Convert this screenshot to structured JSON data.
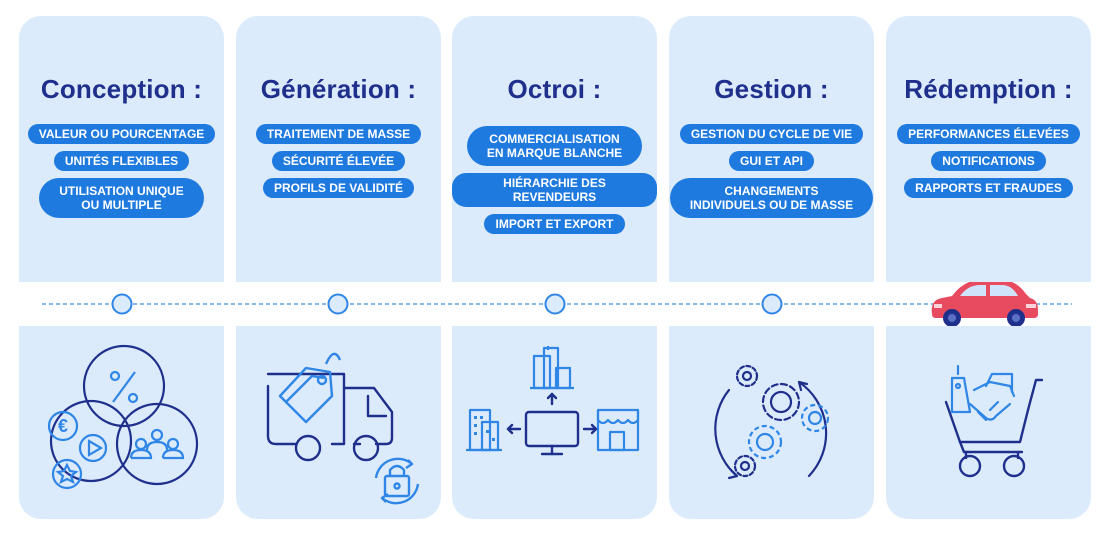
{
  "stages": [
    {
      "title": "Conception :",
      "tags": [
        "VALEUR OU POURCENTAGE",
        "UNITÉS FLEXIBLES",
        "UTILISATION UNIQUE\nOU MULTIPLE"
      ]
    },
    {
      "title": "Génération :",
      "tags": [
        "TRAITEMENT DE MASSE",
        "SÉCURITÉ ÉLEVÉE",
        "PROFILS DE VALIDITÉ"
      ]
    },
    {
      "title": "Octroi :",
      "tags": [
        "COMMERCIALISATION\nEN MARQUE BLANCHE",
        "HIÉRARCHIE DES REVENDEURS",
        "IMPORT ET EXPORT"
      ]
    },
    {
      "title": "Gestion :",
      "tags": [
        "GESTION DU CYCLE DE VIE",
        "GUI ET API",
        "CHANGEMENTS\nINDIVIDUELS OU DE MASSE"
      ]
    },
    {
      "title": "Rédemption :",
      "tags": [
        "PERFORMANCES ÉLEVÉES",
        "NOTIFICATIONS",
        "RAPPORTS ET FRAUDES"
      ]
    }
  ],
  "icons": [
    "percent-euro-play-star-users-icon",
    "delivery-truck-tags-lock-icon",
    "building-computer-shop-icon",
    "gears-cycle-icon",
    "cart-handshake-icon"
  ],
  "colors": {
    "card": "#dcebfb",
    "title": "#1f2f8c",
    "tag": "#1f7ae0",
    "line": "#3d8ee6",
    "icon_dark": "#1f2f8c",
    "icon_light": "#2f86e6",
    "car": "#e84a5f"
  }
}
